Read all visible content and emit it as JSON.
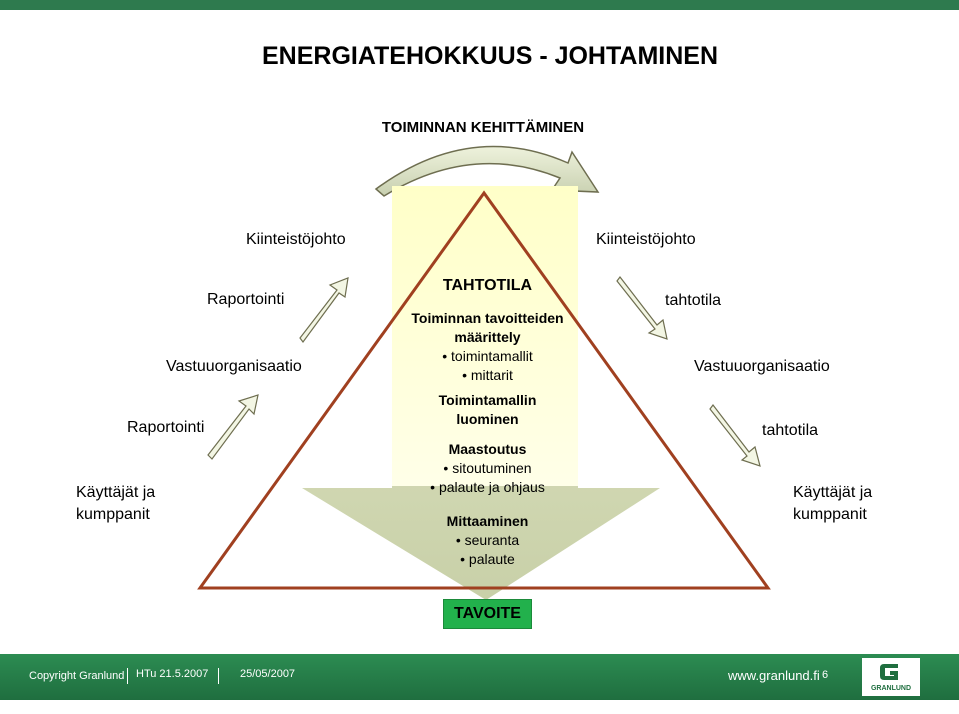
{
  "title": "ENERGIATEHOKKUUS - JOHTAMINEN",
  "subtitle": "TOIMINNAN KEHITTÄMINEN",
  "left": {
    "top": "Kiinteistöjohto",
    "raportointi1": "Raportointi",
    "vastuu": "Vastuuorganisaatio",
    "raportointi2": "Raportointi",
    "kayttajat": [
      "Käyttäjät ja",
      "kumppanit"
    ]
  },
  "right": {
    "top": "Kiinteistöjohto",
    "tahtotila1": "tahtotila",
    "vastuu": "Vastuuorganisaatio",
    "tahtotila2": "tahtotila",
    "kayttajat": [
      "Käyttäjät ja",
      "kumppanit"
    ]
  },
  "center": {
    "heading": "TAHTOTILA",
    "b1": [
      "Toiminnan tavoitteiden",
      "määrittely"
    ],
    "b1_items": [
      "• toimintamallit",
      "• mittarit"
    ],
    "b2": [
      "Toimintamallin",
      "luominen"
    ],
    "b3": "Maastoutus",
    "b3_items": [
      "• sitoutuminen",
      "• palaute ja ohjaus"
    ],
    "b4": "Mittaaminen",
    "b4_items": [
      "• seuranta",
      "• palaute"
    ]
  },
  "goal": "TAVOITE",
  "footer": {
    "copyright": "Copyright Granlund",
    "author": "HTu 21.5.2007",
    "date": "25/05/2007",
    "url": "www.granlund.fi",
    "page": "6",
    "logo_text": "GRANLUND"
  },
  "colors": {
    "green": "#2e7a4e",
    "goal_box": "#22b14c",
    "triangle": "#a04020",
    "arrow_fill": "#f5f7e6",
    "column": "#ffffcc"
  }
}
